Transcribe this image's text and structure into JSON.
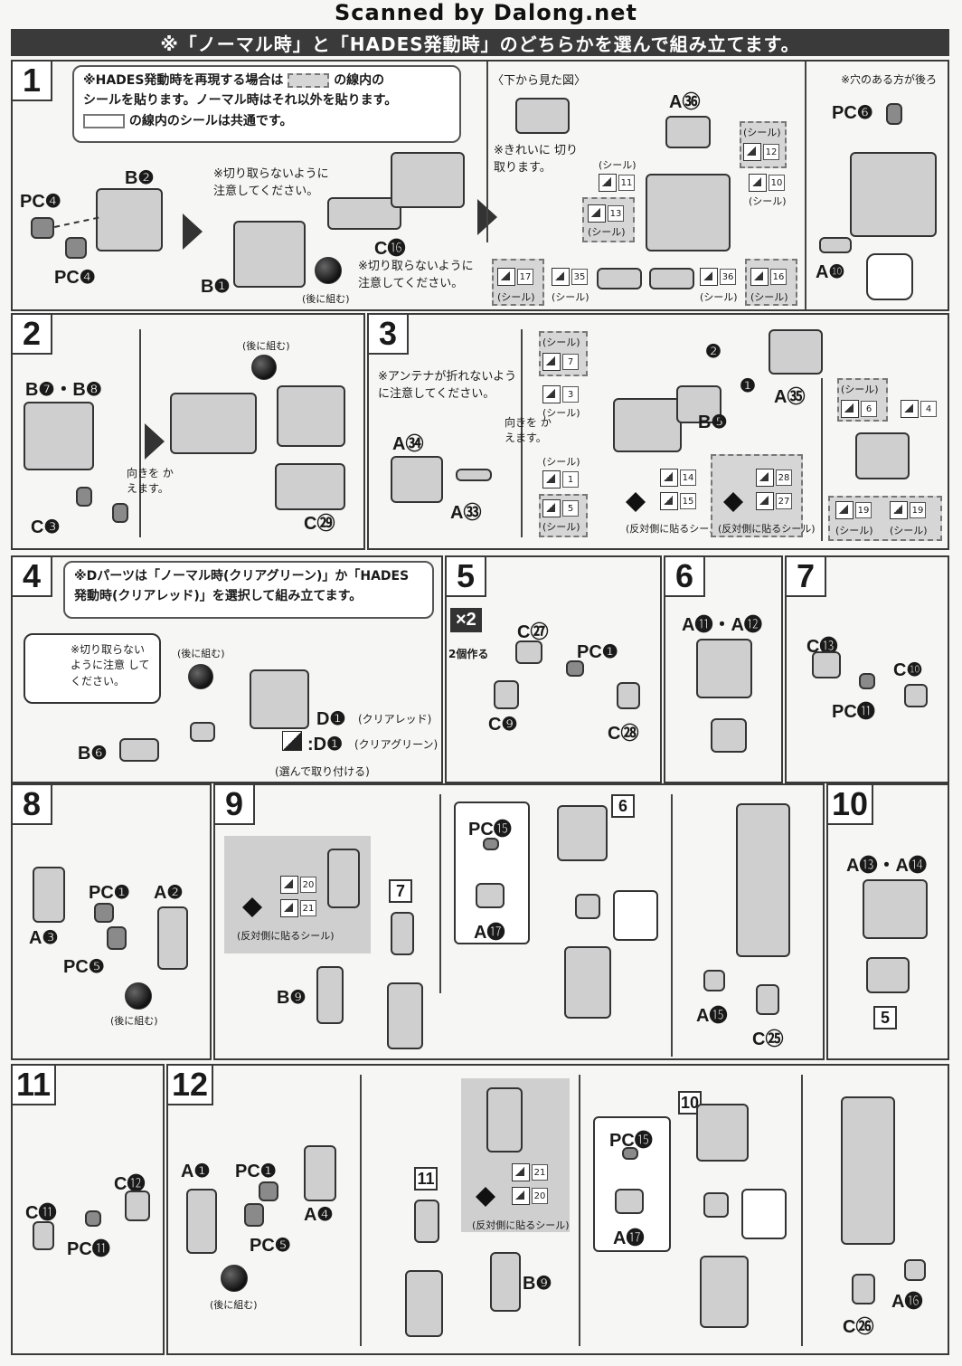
{
  "watermark": "Scanned by Dalong.net",
  "banner": "※「ノーマル時」と「HADES発動時」のどちらかを選んで組み立てます。",
  "common": {
    "seal": "(シール)",
    "later": "(後に組む)",
    "opposite": "(反対側に貼るシール)",
    "turn": "向きを かえます。"
  },
  "step1": {
    "num": "1",
    "note_line1": "※HADES発動時を再現する場合は",
    "note_line1b": "の線内の",
    "note_line2": "シールを貼ります。ノーマル時はそれ以外を貼ります。",
    "note_line3": "の線内のシールは共通です。",
    "label_b2": "B❷",
    "label_pc4a": "PC❹",
    "label_pc4b": "PC❹",
    "label_b1": "B❶",
    "label_c16": "C⓰",
    "cut_note1": "※切り取らないように 注意してください。",
    "cut_note2": "※切り取らないように 注意してください。",
    "bottom_view": "〈下から見た図〉",
    "clean_cut": "※きれいに 切り取ります。",
    "label_a36": "A㊱",
    "label_pc6": "PC❻",
    "hole_back": "※穴のある方が後ろ",
    "label_a10": "A❿",
    "stickers": [
      "11",
      "12",
      "13",
      "10",
      "17",
      "35",
      "36",
      "16"
    ]
  },
  "step2": {
    "num": "2",
    "label_b78": "B❼・B❽",
    "label_c3": "C❸",
    "label_c29": "C㉙"
  },
  "step3": {
    "num": "3",
    "antenna_note": "※アンテナが折れないよう に注意してください。",
    "label_a34": "A㉞",
    "label_a33": "A㉝",
    "label_b5": "B❺",
    "label_a35": "A㉟",
    "order1": "❶",
    "order2": "❷",
    "stickers": [
      "7",
      "3",
      "1",
      "5",
      "14",
      "15",
      "28",
      "27",
      "6",
      "4",
      "19",
      "19"
    ]
  },
  "step4": {
    "num": "4",
    "note_line1": "※Dパーツは「ノーマル時(クリアグリーン)」か「HADES",
    "note_line2": "発動時(クリアレッド)」を選択して組み立てます。",
    "cut_note": "※切り取らない ように注意 してください。",
    "label_b6": "B❻",
    "label_d1_red": "D❶",
    "red": "(クリアレッド)",
    "label_d1_green": ":D❶",
    "green": "(クリアグリーン)",
    "choose": "(選んで取り付ける)"
  },
  "step5": {
    "num": "5",
    "x2": "×2",
    "make2": "2個作る",
    "label_c27": "C㉗",
    "label_pc1": "PC❶",
    "label_c9": "C❾",
    "label_c28": "C㉘"
  },
  "step6": {
    "num": "6",
    "label": "A⓫・A⓬"
  },
  "step7": {
    "num": "7",
    "label_c13": "C⓭",
    "label_c10": "C❿",
    "label_pc11": "PC⓫"
  },
  "step8": {
    "num": "8",
    "label_pc1": "PC❶",
    "label_a2": "A❷",
    "label_a3": "A❸",
    "label_pc5": "PC❺"
  },
  "step9": {
    "num": "9",
    "label_b9": "B❾",
    "ref7": "7",
    "label_pc15": "PC⓯",
    "label_a17": "A⓱",
    "ref6": "6",
    "label_a15": "A⓯",
    "label_c25": "C㉕",
    "stickers": [
      "20",
      "21"
    ]
  },
  "step10": {
    "num": "10",
    "label": "A⓭・A⓮",
    "ref5": "5"
  },
  "step11": {
    "num": "11",
    "label_c12": "C⓬",
    "label_c11": "C⓫",
    "label_pc11": "PC⓫"
  },
  "step12": {
    "num": "12",
    "label_a1": "A❶",
    "label_pc1": "PC❶",
    "label_a4": "A❹",
    "label_pc5": "PC❺",
    "ref11": "11",
    "label_b9": "B❾",
    "ref10": "10",
    "label_pc15": "PC⓯",
    "label_a17": "A⓱",
    "label_a16": "A⓰",
    "label_c26": "C㉖",
    "stickers": [
      "21",
      "20"
    ]
  }
}
